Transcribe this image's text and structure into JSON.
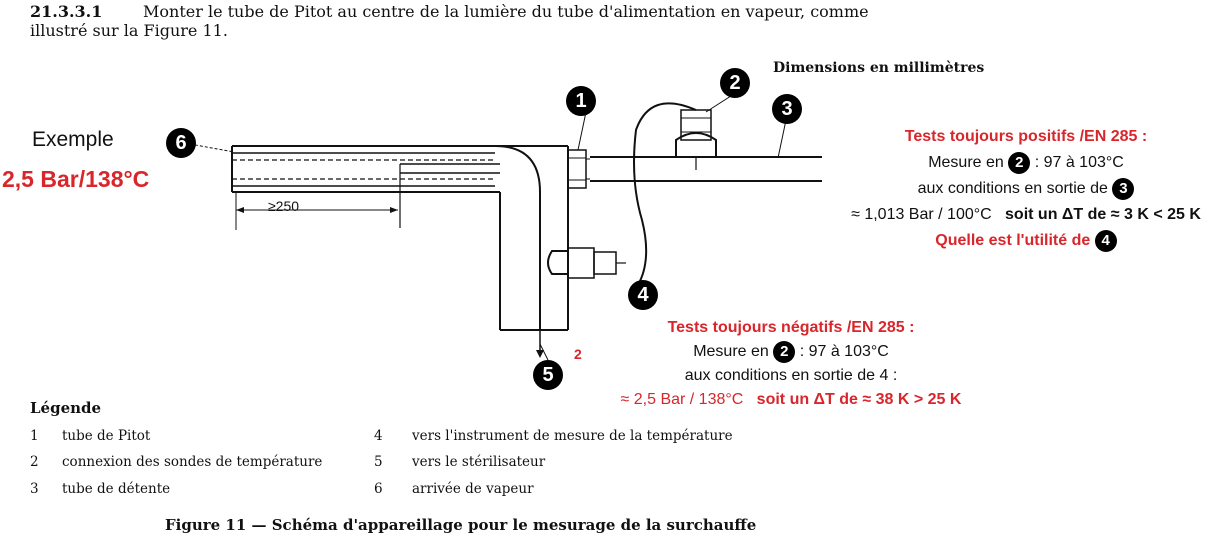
{
  "header": {
    "clause_number": "21.3.3.1",
    "line1": "Monter le tube de Pitot au centre de la lumière du tube d'alimentation en vapeur, comme",
    "line2": "illustré sur la Figure 11."
  },
  "dimensions_note": "Dimensions en millimètres",
  "example": {
    "label": "Exemple",
    "value": "2,5 Bar/138°C"
  },
  "drawing": {
    "dimension_label": "≥250",
    "small_red_mark": "2"
  },
  "callouts": {
    "c1": "1",
    "c2": "2",
    "c3": "3",
    "c4": "4",
    "c5": "5",
    "c6": "6"
  },
  "positive_box": {
    "title": "Tests toujours positifs /EN 285 :",
    "measure_prefix": "Mesure en",
    "measure_num": "2",
    "measure_suffix": ": 97 à 103°C",
    "conditions_prefix": "aux conditions en sortie de",
    "conditions_num": "3",
    "values": "≈ 1,013 Bar / 100°C",
    "delta": "soit un ΔT de ≈ 3 K < 25 K",
    "question": "Quelle est l'utilité de",
    "question_num": "4"
  },
  "negative_box": {
    "title": "Tests toujours négatifs /EN 285 :",
    "measure_prefix": "Mesure en",
    "measure_num": "2",
    "measure_suffix": ": 97 à 103°C",
    "conditions": "aux conditions en sortie de 4 :",
    "values": "≈ 2,5 Bar / 138°C",
    "delta": "soit un ΔT de ≈ 38 K > 25 K"
  },
  "legend": {
    "title": "Légende",
    "items": [
      {
        "num": "1",
        "text": "tube de Pitot"
      },
      {
        "num": "2",
        "text": "connexion des sondes de température"
      },
      {
        "num": "3",
        "text": "tube de détente"
      },
      {
        "num": "4",
        "text": "vers l'instrument de mesure de la température"
      },
      {
        "num": "5",
        "text": "vers le stérilisateur"
      },
      {
        "num": "6",
        "text": "arrivée de vapeur"
      }
    ]
  },
  "caption": "Figure 11 — Schéma d'appareillage pour le mesurage de la surchauffe"
}
